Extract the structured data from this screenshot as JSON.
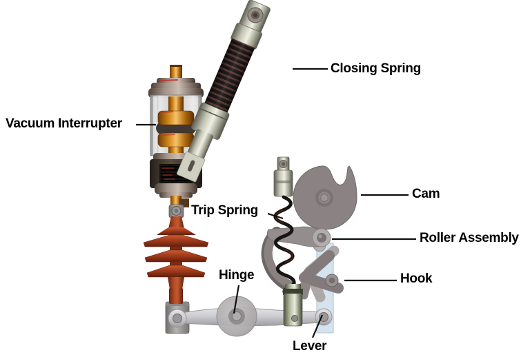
{
  "diagram_type": "mechanical-assembly-diagram",
  "labels": [
    {
      "id": "vacuum-interrupter",
      "text": "Vacuum Interrupter"
    },
    {
      "id": "closing-spring",
      "text": "Closing Spring"
    },
    {
      "id": "cam",
      "text": "Cam"
    },
    {
      "id": "trip-spring",
      "text": "Trip Spring"
    },
    {
      "id": "roller-assembly",
      "text": "Roller Assembly"
    },
    {
      "id": "hook",
      "text": "Hook"
    },
    {
      "id": "hinge",
      "text": "Hinge"
    },
    {
      "id": "lever",
      "text": "Lever"
    }
  ],
  "colors": {
    "background": "#ffffff",
    "label_text": "#000000",
    "leader_line": "#0d0d0d",
    "copper": "#d4891f",
    "insulator_red": "#a33b1b",
    "steel_light": "#c9c9bb",
    "cam_gray": "#8b8383",
    "lever_gray": "#cfcfd2",
    "guide_bar_blue": "#d4e3ee",
    "spring_dark": "#1b1717"
  }
}
